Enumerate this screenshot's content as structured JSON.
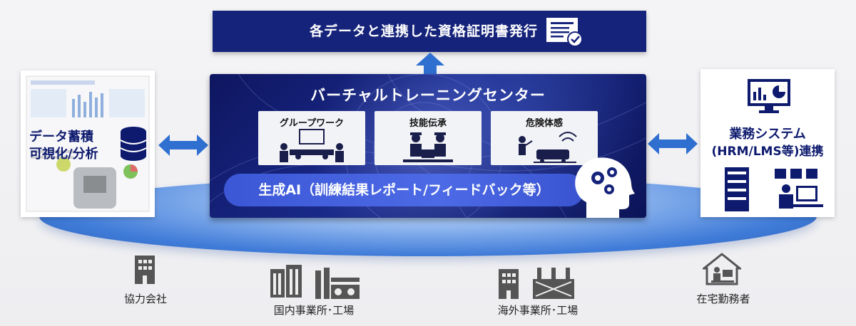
{
  "top": {
    "title": "各データと連携した資格証明書発行"
  },
  "center": {
    "title": "バーチャルトレーニングセンター",
    "cards": [
      {
        "label": "グループワーク"
      },
      {
        "label": "技能伝承"
      },
      {
        "label": "危険体感"
      }
    ],
    "genai_label": "生成AI（訓練結果レポート/フィードバック等）"
  },
  "left": {
    "line1": "データ蓄積",
    "line2": "可視化/分析"
  },
  "right": {
    "line1": "業務システム",
    "line2": "(HRM/LMS等)連携"
  },
  "bottom": {
    "partner": "協力会社",
    "domestic": "国内事業所･工場",
    "overseas": "海外事業所･工場",
    "remote": "在宅勤務者"
  },
  "colors": {
    "navy": "#15237a",
    "accent_blue": "#3f7bd8",
    "arrow_blue": "#2f6fd0"
  },
  "icons": [
    "certificate-icon",
    "database-icon",
    "ai-head-gear-icon",
    "monitor-chart-icon",
    "server-icon",
    "remote-worker-icon",
    "building-icon",
    "factory-icon",
    "home-worker-icon"
  ]
}
